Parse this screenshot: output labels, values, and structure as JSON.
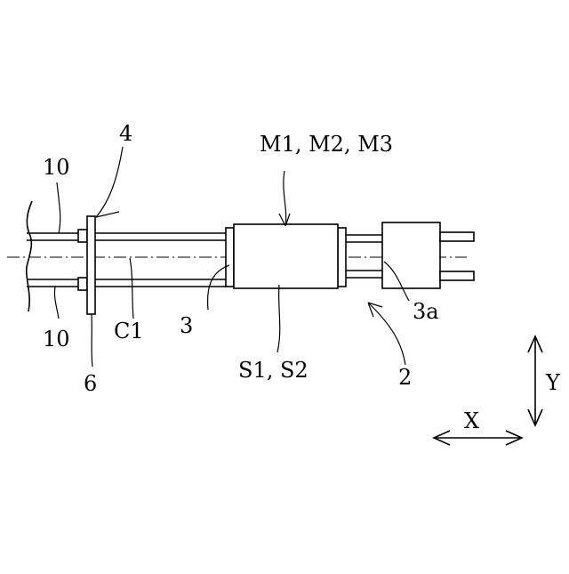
{
  "labels": {
    "l10_top": "10",
    "l10_bottom": "10",
    "l4": "4",
    "l6": "6",
    "lC1": "C1",
    "l3": "3",
    "lM": "M1, M2, M3",
    "lS": "S1, S2",
    "l2": "2",
    "l3a": "3a",
    "lX": "X",
    "lY": "Y"
  }
}
